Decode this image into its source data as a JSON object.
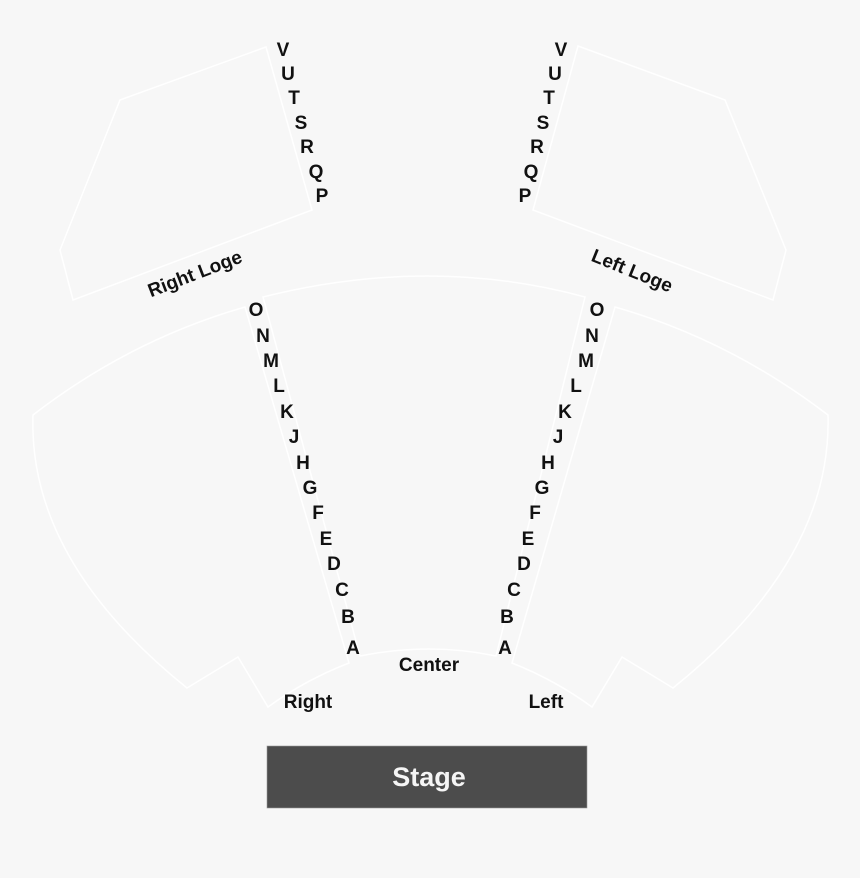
{
  "sections": {
    "right_loge": "Right Loge",
    "left_loge": "Left Loge",
    "center": "Center",
    "right": "Right",
    "left": "Left",
    "stage": "Stage"
  },
  "rows": {
    "right_loge": [
      "V",
      "U",
      "T",
      "S",
      "R",
      "Q",
      "P"
    ],
    "left_loge": [
      "V",
      "U",
      "T",
      "S",
      "R",
      "Q",
      "P"
    ],
    "right_aisle": [
      "O",
      "N",
      "M",
      "L",
      "K",
      "J",
      "H",
      "G",
      "F",
      "E",
      "D",
      "C",
      "B",
      "A"
    ],
    "left_aisle": [
      "O",
      "N",
      "M",
      "L",
      "K",
      "J",
      "H",
      "G",
      "F",
      "E",
      "D",
      "C",
      "B",
      "A"
    ]
  },
  "colors": {
    "background": "#f7f7f7",
    "section_outline": "#ffffff",
    "stage": "#4c4c4c",
    "text": "#111111"
  }
}
